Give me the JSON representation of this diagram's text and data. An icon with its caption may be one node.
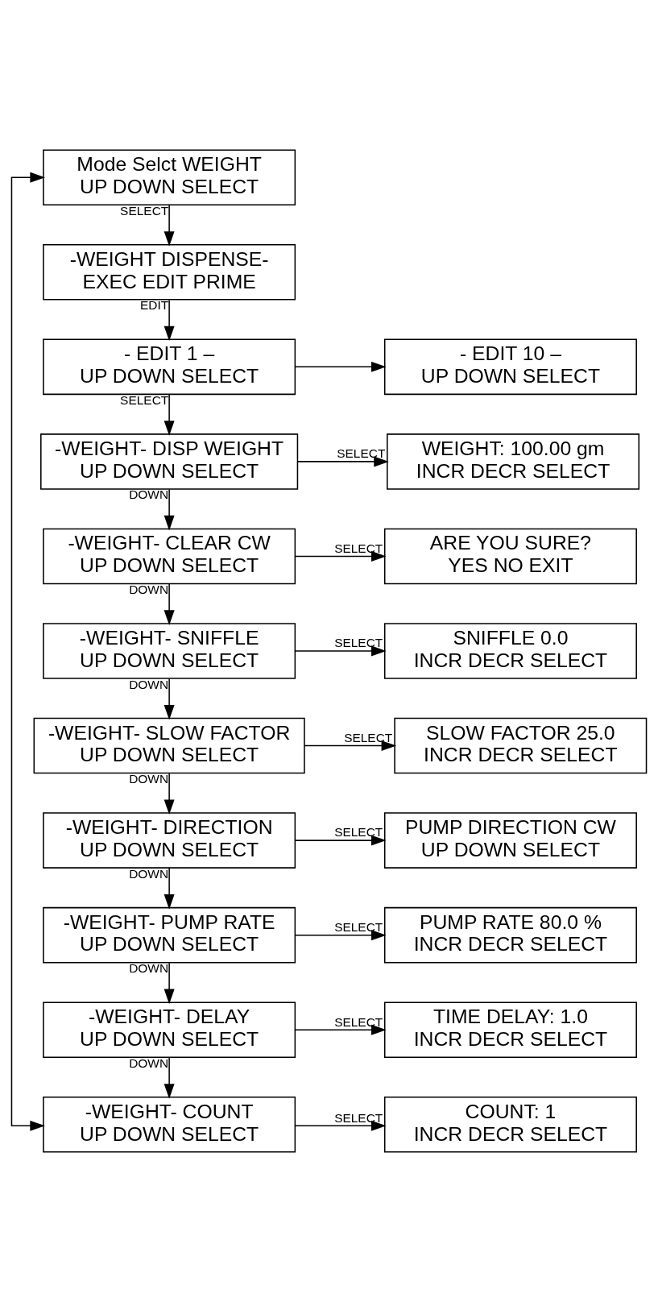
{
  "diagram": {
    "nodes": [
      {
        "text": [
          "Mode Selct WEIGHT",
          "UP DOWN SELECT"
        ]
      },
      {
        "text": [
          "-WEIGHT DISPENSE-",
          "EXEC EDIT PRIME"
        ]
      },
      {
        "text": [
          "- EDIT 1 –",
          "UP DOWN SELECT"
        ]
      },
      {
        "text": [
          "- EDIT 10 –",
          "UP DOWN SELECT"
        ]
      },
      {
        "text": [
          "-WEIGHT- DISP WEIGHT",
          "UP DOWN SELECT"
        ]
      },
      {
        "text": [
          "WEIGHT: 100.00 gm",
          "INCR DECR SELECT"
        ]
      },
      {
        "text": [
          "-WEIGHT- CLEAR CW",
          "UP DOWN SELECT"
        ]
      },
      {
        "text": [
          "ARE YOU SURE?",
          "YES NO EXIT"
        ]
      },
      {
        "text": [
          "-WEIGHT- SNIFFLE",
          "UP DOWN SELECT"
        ]
      },
      {
        "text": [
          "SNIFFLE 0.0",
          "INCR DECR SELECT"
        ]
      },
      {
        "text": [
          "-WEIGHT- SLOW FACTOR",
          "UP DOWN SELECT"
        ]
      },
      {
        "text": [
          "SLOW FACTOR 25.0",
          "INCR DECR SELECT"
        ]
      },
      {
        "text": [
          "-WEIGHT- DIRECTION",
          "UP DOWN SELECT"
        ]
      },
      {
        "text": [
          "PUMP DIRECTION CW",
          "UP DOWN SELECT"
        ]
      },
      {
        "text": [
          "-WEIGHT- PUMP RATE",
          "UP DOWN SELECT"
        ]
      },
      {
        "text": [
          "PUMP RATE 80.0 %",
          "INCR DECR SELECT"
        ]
      },
      {
        "text": [
          "-WEIGHT- DELAY",
          "UP DOWN SELECT"
        ]
      },
      {
        "text": [
          "TIME DELAY: 1.0",
          "INCR DECR SELECT"
        ]
      },
      {
        "text": [
          "-WEIGHT- COUNT",
          "UP DOWN SELECT"
        ]
      },
      {
        "text": [
          "COUNT: 1",
          "INCR DECR SELECT"
        ]
      }
    ],
    "edges": [
      {
        "from": 0,
        "to": 1,
        "arrow": "to",
        "label": "SELECT"
      },
      {
        "from": 1,
        "to": 2,
        "arrow": "to",
        "label": "EDIT"
      },
      {
        "from": 2,
        "to": 3,
        "arrow": "to"
      },
      {
        "from": 2,
        "to": 4,
        "arrow": "to",
        "label": "SELECT"
      },
      {
        "from": 4,
        "to": 5,
        "arrow": "to",
        "label": "SELECT"
      },
      {
        "from": 4,
        "to": 6,
        "arrow": "to",
        "label": "DOWN"
      },
      {
        "from": 6,
        "to": 7,
        "arrow": "to",
        "label": "SELECT"
      },
      {
        "from": 6,
        "to": 8,
        "arrow": "to",
        "label": "DOWN"
      },
      {
        "from": 8,
        "to": 9,
        "arrow": "to",
        "label": "SELECT"
      },
      {
        "from": 8,
        "to": 10,
        "arrow": "to",
        "label": "DOWN"
      },
      {
        "from": 10,
        "to": 11,
        "arrow": "to",
        "label": "SELECT"
      },
      {
        "from": 10,
        "to": 12,
        "arrow": "to",
        "label": "DOWN"
      },
      {
        "from": 12,
        "to": 13,
        "arrow": "to",
        "label": "SELECT"
      },
      {
        "from": 12,
        "to": 14,
        "arrow": "to",
        "label": "DOWN"
      },
      {
        "from": 14,
        "to": 15,
        "arrow": "to",
        "label": "SELECT"
      },
      {
        "from": 14,
        "to": 16,
        "arrow": "to",
        "label": "DOWN"
      },
      {
        "from": 16,
        "to": 17,
        "arrow": "to",
        "label": "SELECT"
      },
      {
        "from": 16,
        "to": 18,
        "arrow": "to",
        "label": "DOWN"
      },
      {
        "from": 18,
        "to": 19,
        "arrow": "to",
        "label": "SELECT"
      },
      {
        "from": 18,
        "to": 0,
        "arrow": "both"
      }
    ]
  }
}
